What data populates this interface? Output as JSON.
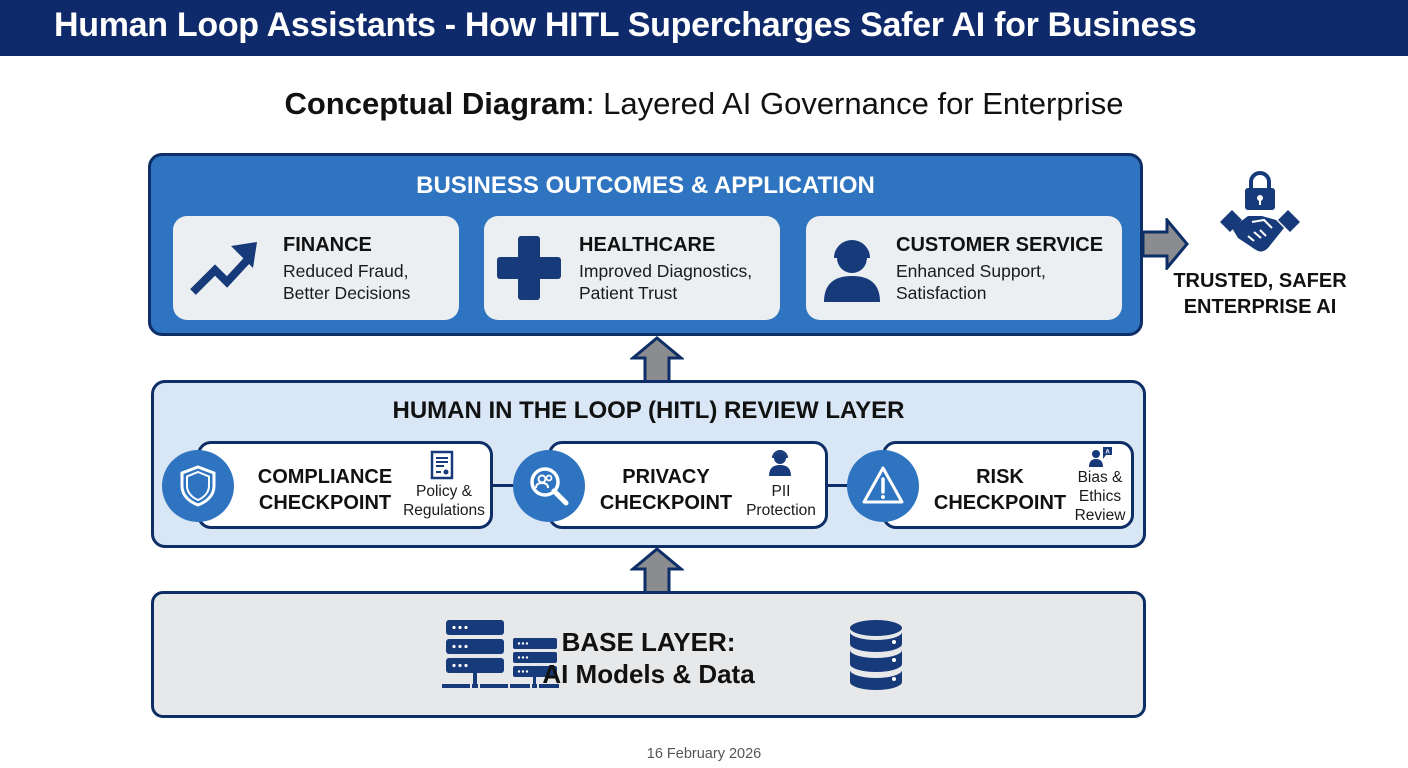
{
  "header": {
    "title": "Human Loop Assistants - How HITL Supercharges Safer AI for Business"
  },
  "subtitle": {
    "bold": "Conceptual Diagram",
    "rest": ": Layered AI Governance for Enterprise"
  },
  "business_layer": {
    "title": "BUSINESS OUTCOMES & APPLICATION",
    "cards": [
      {
        "icon": "trending-up-icon",
        "title": "FINANCE",
        "desc_line1": "Reduced Fraud,",
        "desc_line2": "Better Decisions"
      },
      {
        "icon": "medical-cross-icon",
        "title": "HEALTHCARE",
        "desc_line1": "Improved Diagnostics,",
        "desc_line2": "Patient Trust"
      },
      {
        "icon": "headset-agent-icon",
        "title": "CUSTOMER SERVICE",
        "desc_line1": "Enhanced Support,",
        "desc_line2": "Satisfaction"
      }
    ]
  },
  "outcome": {
    "icon": "lock-handshake-icon",
    "line1": "TRUSTED, SAFER",
    "line2": "ENTERPRISE AI"
  },
  "hitl_layer": {
    "title": "HUMAN IN THE LOOP (HITL) REVIEW LAYER",
    "checkpoints": [
      {
        "icon": "shield-icon",
        "title_line1": "COMPLIANCE",
        "title_line2": "CHECKPOINT",
        "side_icon": "document-icon",
        "side_lines": [
          "Policy &",
          "Regulations"
        ]
      },
      {
        "icon": "magnifier-users-icon",
        "title_line1": "PRIVACY",
        "title_line2": "CHECKPOINT",
        "side_icon": "user-headset-icon",
        "side_lines": [
          "PII",
          "Protection"
        ]
      },
      {
        "icon": "warning-icon",
        "title_line1": "RISK",
        "title_line2": "CHECKPOINT",
        "side_icon": "user-review-icon",
        "side_lines": [
          "Bias &",
          "Ethics",
          "Review"
        ]
      }
    ]
  },
  "base_layer": {
    "line1": "BASE LAYER:",
    "line2": "AI Models & Data",
    "left_icon": "server-rack-icon",
    "right_icon": "database-icon"
  },
  "footer": {
    "date": "16 February 2026"
  },
  "colors": {
    "header_bg": "#0e2a6b",
    "primary_blue": "#2e74c0",
    "navy": "#0d2e66",
    "icon_navy": "#163a7a",
    "hitl_bg": "#d8e6f5",
    "base_bg": "#e7e8ea",
    "card_bg": "#eceff2",
    "arrow_gray": "#8a8c8f"
  }
}
